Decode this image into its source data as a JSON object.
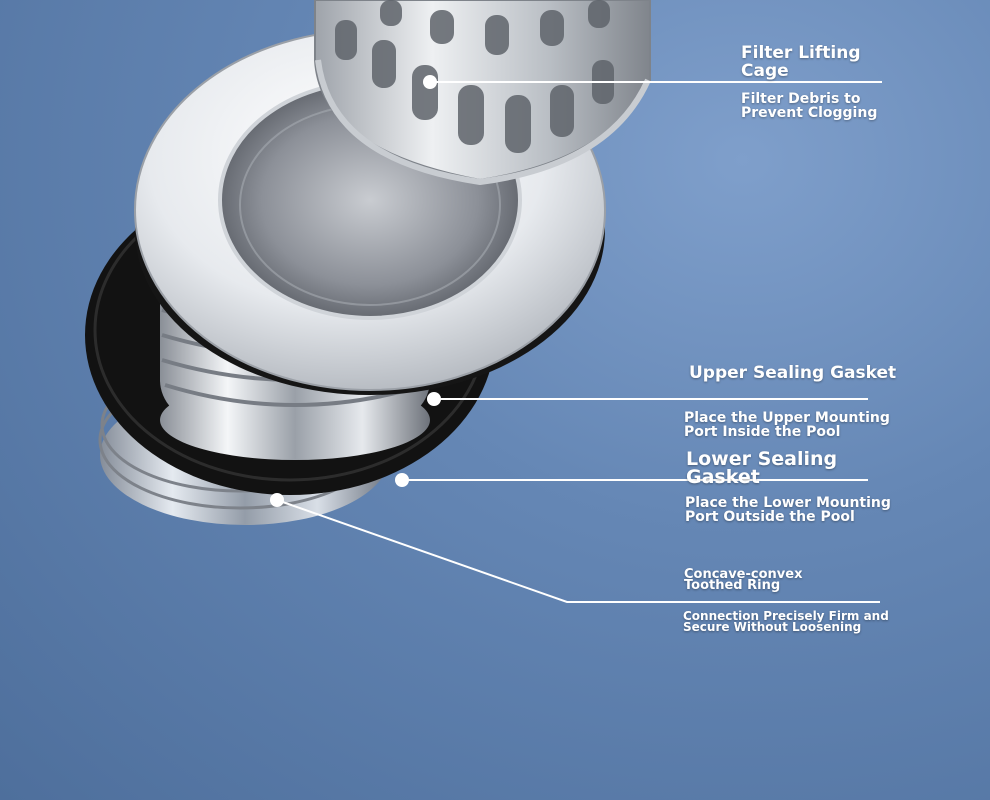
{
  "callouts": [
    {
      "id": "filter-cage",
      "title": "Filter Lifting\n Cage",
      "desc": "Filter Debris to\n Prevent Clogging"
    },
    {
      "id": "upper-gasket",
      "title": "Upper Sealing Gasket",
      "desc": "Place the Upper Mounting\n Port Inside the Pool"
    },
    {
      "id": "lower-gasket",
      "title": "Lower Sealing\n Gasket",
      "desc": "Place the Lower Mounting\n Port Outside the Pool"
    },
    {
      "id": "toothed-ring",
      "title": "Concave-convex\n Toothed Ring",
      "desc": "Connection Precisely Firm and\n Secure Without Loosening"
    }
  ],
  "colors": {
    "background": "#6587b5",
    "callout_line": "#ffffff",
    "gasket": "#111111",
    "chrome": "#d9dde3"
  }
}
